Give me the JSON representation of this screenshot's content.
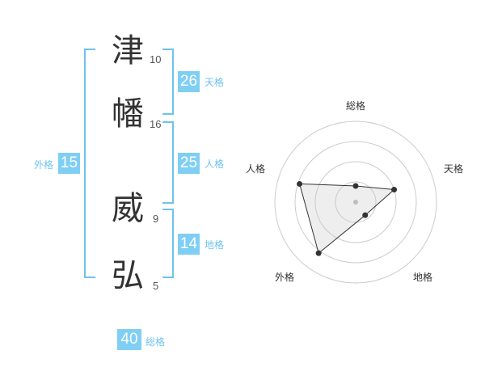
{
  "name": {
    "chars": [
      {
        "char": "津",
        "strokes": "10"
      },
      {
        "char": "幡",
        "strokes": "16"
      },
      {
        "char": "威",
        "strokes": "9"
      },
      {
        "char": "弘",
        "strokes": "5"
      }
    ]
  },
  "fortune": {
    "tenkaku": {
      "value": "26",
      "label": "天格"
    },
    "jinkaku": {
      "value": "25",
      "label": "人格"
    },
    "chikaku": {
      "value": "14",
      "label": "地格"
    },
    "gaikaku": {
      "value": "15",
      "label": "外格"
    },
    "soukaku": {
      "value": "40",
      "label": "総格"
    }
  },
  "colors": {
    "accent": "#7fcff5",
    "bracket": "#6fc3ef",
    "text": "#333333"
  },
  "chart_data": {
    "type": "radar",
    "axes": [
      "総格",
      "天格",
      "地格",
      "外格",
      "人格"
    ],
    "values": [
      0.2,
      0.5,
      0.2,
      0.78,
      0.73
    ],
    "max": 1,
    "rings": 4
  }
}
